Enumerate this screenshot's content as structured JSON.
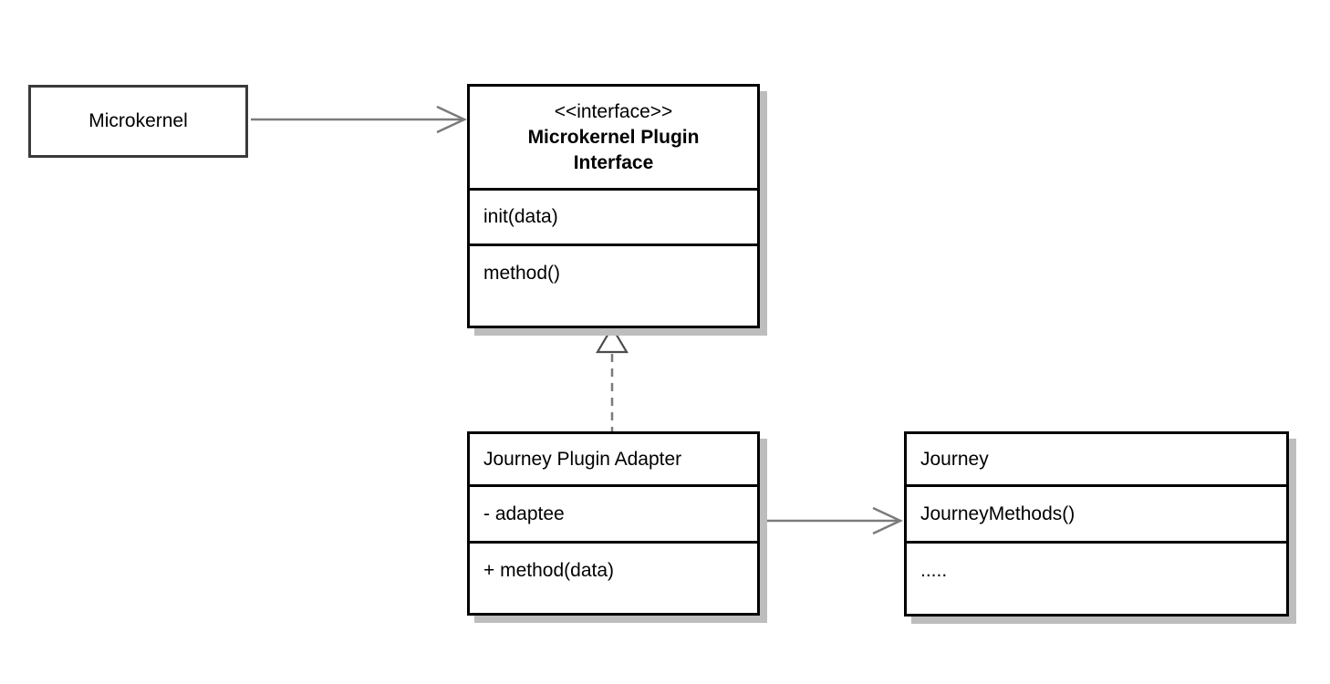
{
  "diagram": {
    "kind": "uml-class-diagram",
    "microkernel": {
      "label": "Microkernel"
    },
    "plugin_interface": {
      "stereotype": "<<interface>>",
      "name": "Microkernel Plugin Interface",
      "operations": [
        "init(data)",
        "method()"
      ]
    },
    "journey_plugin_adapter": {
      "name": "Journey Plugin Adapter",
      "attributes": [
        "- adaptee"
      ],
      "operations": [
        "+ method(data)"
      ]
    },
    "journey": {
      "name": "Journey",
      "operations": [
        "JourneyMethods()",
        "....."
      ]
    },
    "relationships": [
      {
        "from": "Microkernel",
        "to": "Microkernel Plugin Interface",
        "type": "directed_association",
        "line": "solid",
        "arrowhead": "open"
      },
      {
        "from": "Journey Plugin Adapter",
        "to": "Microkernel Plugin Interface",
        "type": "realization",
        "line": "dashed",
        "arrowhead": "hollow_triangle"
      },
      {
        "from": "Journey Plugin Adapter",
        "to": "Journey",
        "type": "directed_association",
        "line": "solid",
        "arrowhead": "open"
      }
    ],
    "colors": {
      "background": "#ffffff",
      "class_border": "#000000",
      "simple_box_border": "#3a3a3a",
      "connector": "#7b7b7b",
      "triangle_outline": "#4c4c4c",
      "shadow": "#bdbdbd",
      "text": "#000000"
    }
  }
}
